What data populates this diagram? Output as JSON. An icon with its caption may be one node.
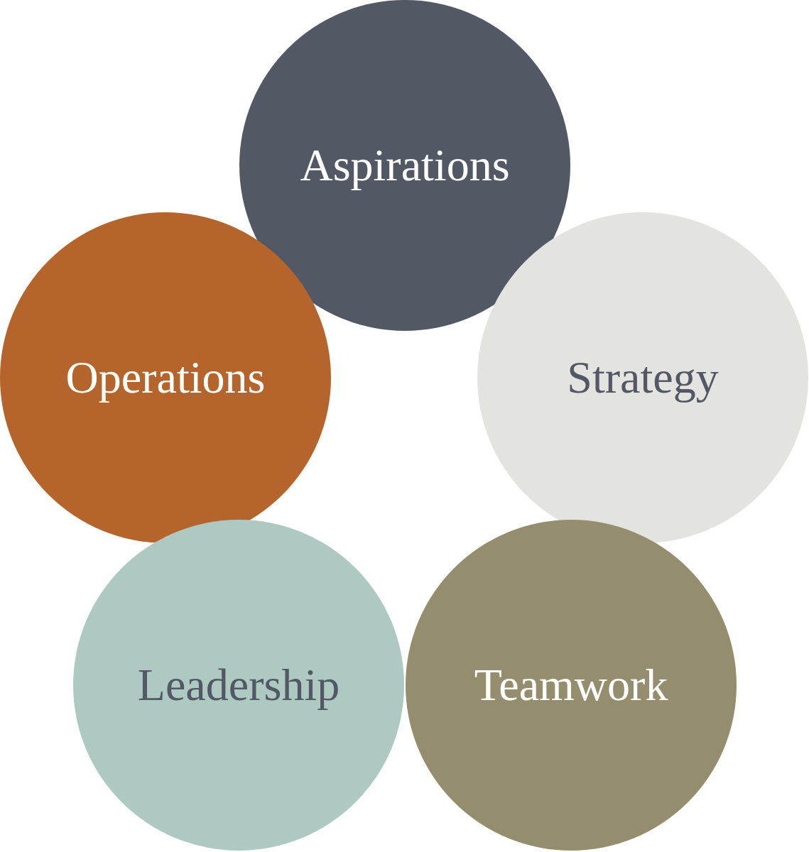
{
  "diagram": {
    "nodes": [
      {
        "text": [
          "Aspirations"
        ]
      },
      {
        "text": [
          "Operations"
        ]
      },
      {
        "text": [
          "Strategy"
        ]
      },
      {
        "text": [
          "Leadership"
        ]
      },
      {
        "text": [
          "Teamwork"
        ]
      }
    ]
  }
}
